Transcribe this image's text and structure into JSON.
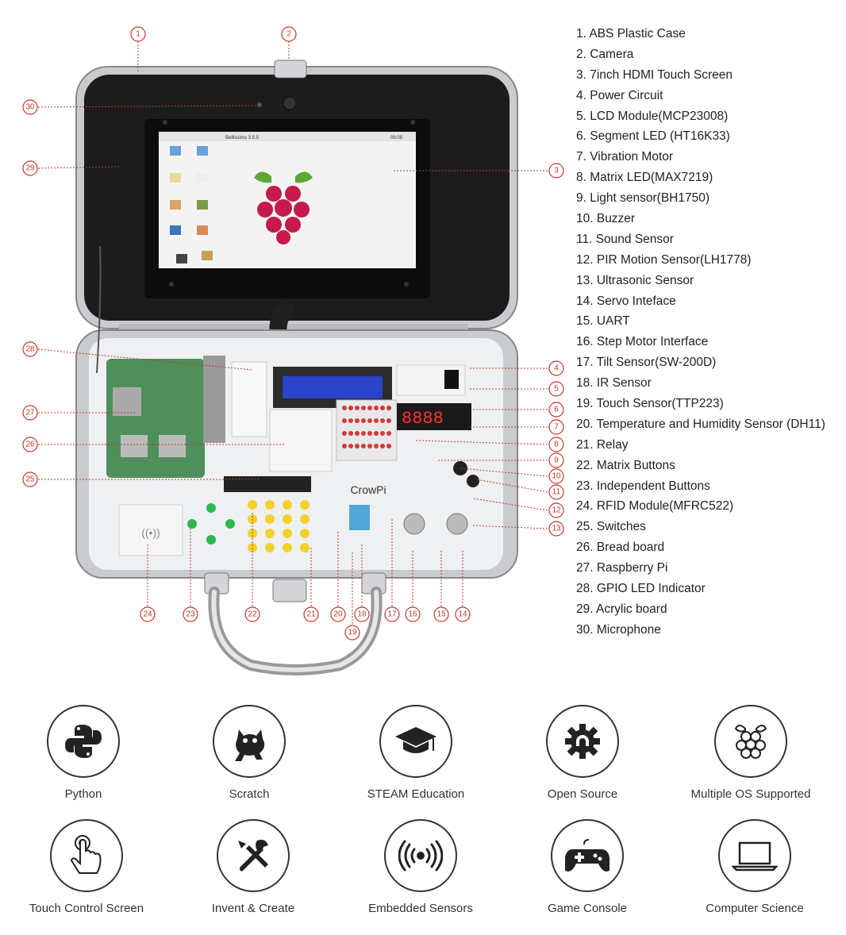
{
  "product_name": "CrowPi",
  "screen": {
    "window_title": "Bellissimo 3.5.0",
    "clock": "09:09"
  },
  "callouts": [
    "1",
    "2",
    "3",
    "4",
    "5",
    "6",
    "7",
    "8",
    "9",
    "10",
    "11",
    "12",
    "13",
    "14",
    "15",
    "16",
    "17",
    "18",
    "19",
    "20",
    "21",
    "22",
    "23",
    "24",
    "25",
    "26",
    "27",
    "28",
    "29",
    "30"
  ],
  "features": [
    "1. ABS Plastic Case",
    "2. Camera",
    "3. 7inch HDMI Touch Screen",
    "4. Power Circuit",
    "5. LCD Module(MCP23008)",
    "6. Segment LED (HT16K33)",
    "7. Vibration Motor",
    "8. Matrix LED(MAX7219)",
    "9. Light sensor(BH1750)",
    "10. Buzzer",
    "11. Sound Sensor",
    "12. PIR Motion Sensor(LH1778)",
    "13. Ultrasonic Sensor",
    "14. Servo Inteface",
    "15. UART",
    "16. Step Motor Interface",
    "17. Tilt Sensor(SW-200D)",
    "18. IR Sensor",
    "19. Touch Sensor(TTP223)",
    "20. Temperature and Humidity Sensor (DH11)",
    "21. Relay",
    "22. Matrix Buttons",
    "23. Independent Buttons",
    "24. RFID Module(MFRC522)",
    "25. Switches",
    "26. Bread board",
    "27. Raspberry Pi",
    "28. GPIO LED Indicator",
    "29. Acrylic board",
    "30. Microphone"
  ],
  "highlights": [
    {
      "label": "Python",
      "icon": "python-icon"
    },
    {
      "label": "Scratch",
      "icon": "scratch-cat-icon"
    },
    {
      "label": "STEAM Education",
      "icon": "graduation-cap-icon"
    },
    {
      "label": "Open Source",
      "icon": "gear-icon"
    },
    {
      "label": "Multiple OS Supported",
      "icon": "raspberry-icon"
    },
    {
      "label": "Touch Control Screen",
      "icon": "touch-hand-icon"
    },
    {
      "label": "Invent & Create",
      "icon": "tools-icon"
    },
    {
      "label": "Embedded Sensors",
      "icon": "sensor-waves-icon"
    },
    {
      "label": "Game Console",
      "icon": "gamepad-icon"
    },
    {
      "label": "Computer Science",
      "icon": "laptop-icon"
    }
  ],
  "colors": {
    "callout": "#c0392b",
    "case": "#1c1c1c",
    "frame": "#c9cbce",
    "board": "#eef0f2"
  }
}
